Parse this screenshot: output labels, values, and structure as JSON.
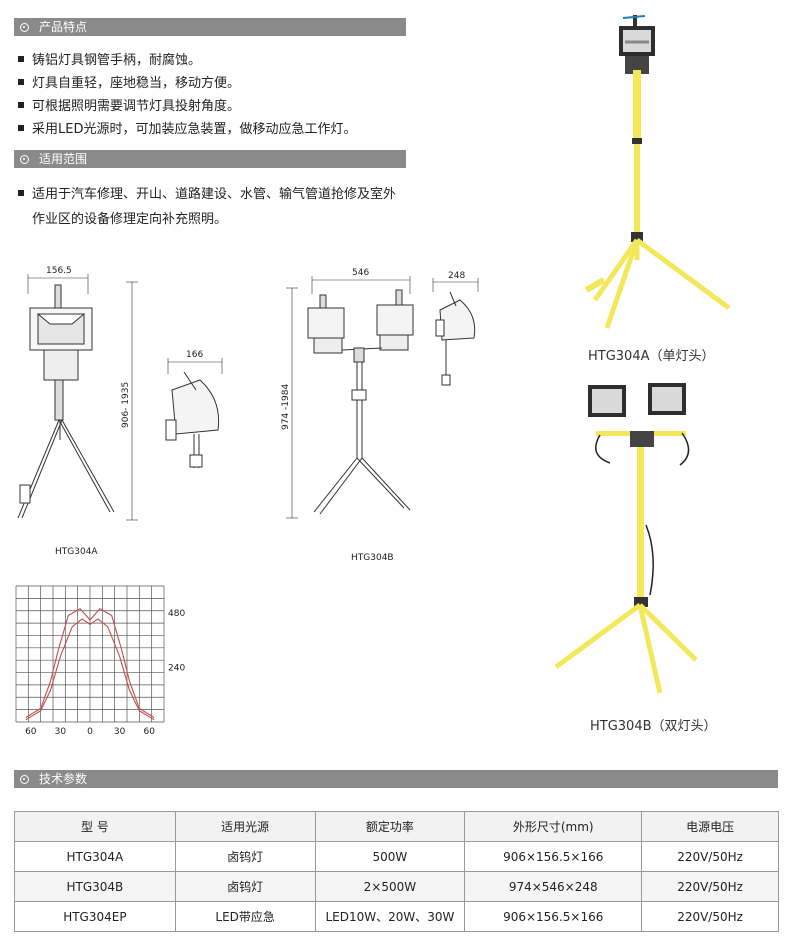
{
  "sections": {
    "features_title": "产品特点",
    "scope_title": "适用范围",
    "specs_title": "技术参数"
  },
  "features": [
    "铸铝灯具钢管手柄，耐腐蚀。",
    "灯具自重轻，座地稳当，移动方便。",
    "可根据照明需要调节灯具投射角度。",
    "采用LED光源时，可加装应急装置，做移动应急工作灯。"
  ],
  "scope": {
    "line1": "适用于汽车修理、开山、道路建设、水管、输气管道抢修及室外",
    "line2": "作业区的设备修理定向补充照明。"
  },
  "drawings": {
    "a_width": "156.5",
    "a_height": "906- 1935",
    "a_side_width": "166",
    "a_caption": "HTG304A",
    "b_width": "546",
    "b_height": "974 -1984",
    "b_side_width": "248",
    "b_caption": "HTG304B"
  },
  "photos": {
    "a_caption": "HTG304A（单灯头）",
    "b_caption": "HTG304B（双灯头）"
  },
  "chart_data": {
    "type": "line",
    "x_tick_labels": [
      "60",
      "30",
      "0",
      "30",
      "60"
    ],
    "y_tick_labels": [
      "480",
      "240"
    ],
    "series": [
      {
        "values": [
          [
            -65,
            20
          ],
          [
            -50,
            60
          ],
          [
            -40,
            180
          ],
          [
            -32,
            320
          ],
          [
            -22,
            470
          ],
          [
            -10,
            500
          ],
          [
            0,
            450
          ],
          [
            10,
            500
          ],
          [
            22,
            470
          ],
          [
            32,
            320
          ],
          [
            40,
            180
          ],
          [
            50,
            60
          ],
          [
            65,
            20
          ]
        ]
      },
      {
        "values": [
          [
            -65,
            10
          ],
          [
            -50,
            50
          ],
          [
            -40,
            140
          ],
          [
            -30,
            290
          ],
          [
            -18,
            420
          ],
          [
            -8,
            455
          ],
          [
            0,
            430
          ],
          [
            8,
            455
          ],
          [
            18,
            420
          ],
          [
            30,
            290
          ],
          [
            40,
            140
          ],
          [
            50,
            50
          ],
          [
            65,
            10
          ]
        ]
      }
    ]
  },
  "specs": {
    "headers": [
      "型  号",
      "适用光源",
      "额定功率",
      "外形尺寸(mm)",
      "电源电压"
    ],
    "rows": [
      [
        "HTG304A",
        "卤钨灯",
        "500W",
        "906×156.5×166",
        "220V/50Hz"
      ],
      [
        "HTG304B",
        "卤钨灯",
        "2×500W",
        "974×546×248",
        "220V/50Hz"
      ],
      [
        "HTG304EP",
        "LED带应急",
        "LED10W、20W、30W",
        "906×156.5×166",
        "220V/50Hz"
      ]
    ]
  },
  "colors": {
    "bar": "#8a8a8a",
    "yellow": "#f2e85a",
    "chart_line": "#c0504d"
  }
}
